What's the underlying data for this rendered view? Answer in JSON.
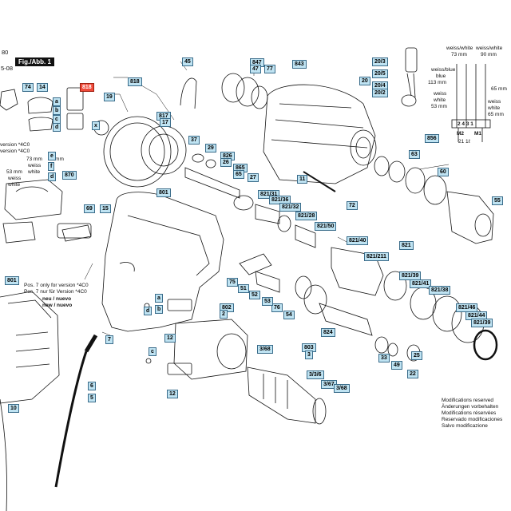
{
  "header": {
    "fig_label": "Fig./Abb. 1",
    "code_top": "80",
    "code_date": "5-08"
  },
  "version_note": {
    "line1": "version *4C0",
    "line2": "version *4C0"
  },
  "pos7_note": {
    "line1": "Pos. 7 only for version *4C0",
    "line2": "Pos. 7 nur für Version *4C0",
    "line3": "neu / nuevo",
    "line4": "new / nuevo"
  },
  "modifications": {
    "line1": "Modifications reserved",
    "line2": "Änderungen vorbehalten",
    "line3": "Modifications réservées",
    "line4": "Reservado modificaciones",
    "line5": "Salvo modificazione"
  },
  "wiring_left": {
    "mm73": "73 mm",
    "mm53": "53 mm",
    "weiss": "weiss",
    "white": "white",
    "mm53b": "53 mm",
    "weiss2": "weiss",
    "white2": "white"
  },
  "wiring_right": {
    "weiss_white_1": "weiss/white",
    "mm73": "73 mm",
    "weiss_white_2": "weiss/white",
    "mm90": "90 mm",
    "weiss_blue": "weiss/blue",
    "blue": "blue",
    "mm113": "113 mm",
    "weiss3": "weiss",
    "white3": "white",
    "mm53": "53 mm",
    "mm65": "65 mm",
    "weiss4": "weiss",
    "white4": "white",
    "mm65b": "65 mm",
    "m2": "M2",
    "m1": "M1",
    "terminals": "2 4 3 1",
    "bottom": "21 1ℓ"
  },
  "callouts": [
    {
      "id": "74",
      "red": false
    },
    {
      "id": "14",
      "red": false
    },
    {
      "id": "818",
      "red": true
    },
    {
      "id": "a",
      "red": false
    },
    {
      "id": "b",
      "red": false
    },
    {
      "id": "c",
      "red": false
    },
    {
      "id": "d",
      "red": false
    },
    {
      "id": "870",
      "red": false
    },
    {
      "id": "818b",
      "text": "818",
      "red": false
    },
    {
      "id": "19",
      "red": false
    },
    {
      "id": "817",
      "red": false
    },
    {
      "id": "17",
      "red": false
    },
    {
      "id": "45",
      "red": false
    },
    {
      "id": "847",
      "red": false
    },
    {
      "id": "47",
      "red": false
    },
    {
      "id": "77",
      "red": false
    },
    {
      "id": "843",
      "red": false
    },
    {
      "id": "20/3",
      "red": false
    },
    {
      "id": "20/5",
      "red": false
    },
    {
      "id": "20/4",
      "red": false
    },
    {
      "id": "20/2",
      "red": false
    },
    {
      "id": "37",
      "red": false
    },
    {
      "id": "29",
      "red": false
    },
    {
      "id": "826",
      "red": false
    },
    {
      "id": "26",
      "red": false
    },
    {
      "id": "865",
      "red": false
    },
    {
      "id": "65",
      "red": false
    },
    {
      "id": "27",
      "red": false
    },
    {
      "id": "801",
      "red": false
    },
    {
      "id": "69",
      "red": false
    },
    {
      "id": "15",
      "red": false
    },
    {
      "id": "11",
      "red": false
    },
    {
      "id": "72",
      "red": false
    },
    {
      "id": "63",
      "red": false
    },
    {
      "id": "856",
      "red": false
    },
    {
      "id": "60",
      "red": false
    },
    {
      "id": "55",
      "red": false
    },
    {
      "id": "821/31",
      "red": false
    },
    {
      "id": "821/36",
      "red": false
    },
    {
      "id": "821/32",
      "red": false
    },
    {
      "id": "821/28",
      "red": false
    },
    {
      "id": "821/50",
      "red": false
    },
    {
      "id": "821/40",
      "red": false
    },
    {
      "id": "821",
      "red": false
    },
    {
      "id": "821/211",
      "red": false
    },
    {
      "id": "821/39",
      "red": false
    },
    {
      "id": "821/41",
      "red": false
    },
    {
      "id": "821/38",
      "red": false
    },
    {
      "id": "821/46",
      "red": false
    },
    {
      "id": "821/44",
      "red": false
    },
    {
      "id": "821/39b",
      "text": "821/39",
      "red": false
    },
    {
      "id": "51",
      "red": false
    },
    {
      "id": "75",
      "red": false
    },
    {
      "id": "52",
      "red": false
    },
    {
      "id": "76",
      "red": false
    },
    {
      "id": "53",
      "red": false
    },
    {
      "id": "54",
      "red": false
    },
    {
      "id": "824",
      "red": false
    },
    {
      "id": "33",
      "red": false
    },
    {
      "id": "49",
      "red": false
    },
    {
      "id": "22",
      "red": false
    },
    {
      "id": "25",
      "red": false
    },
    {
      "id": "801b",
      "text": "801",
      "red": false
    },
    {
      "id": "7",
      "red": false
    },
    {
      "id": "802",
      "red": false
    },
    {
      "id": "2",
      "red": false
    },
    {
      "id": "12",
      "red": false
    },
    {
      "id": "12b",
      "text": "12",
      "red": false
    },
    {
      "id": "3/68",
      "red": false
    },
    {
      "id": "803",
      "red": false
    },
    {
      "id": "3",
      "red": false
    },
    {
      "id": "3/3/6",
      "red": false
    },
    {
      "id": "3/67",
      "red": false
    },
    {
      "id": "3/68b",
      "text": "3/68",
      "red": false
    },
    {
      "id": "6",
      "red": false
    },
    {
      "id": "5",
      "red": false
    },
    {
      "id": "10",
      "red": false
    },
    {
      "id": "e",
      "red": false
    },
    {
      "id": "f",
      "red": false
    },
    {
      "id": "d2",
      "text": "d",
      "red": false
    },
    {
      "id": "a2",
      "text": "a",
      "red": false
    },
    {
      "id": "b2",
      "text": "b",
      "red": false
    },
    {
      "id": "c2",
      "text": "c",
      "red": false
    },
    {
      "id": "d3",
      "text": "d",
      "red": false
    },
    {
      "id": "x",
      "red": false
    },
    {
      "id": "20",
      "red": false
    }
  ]
}
